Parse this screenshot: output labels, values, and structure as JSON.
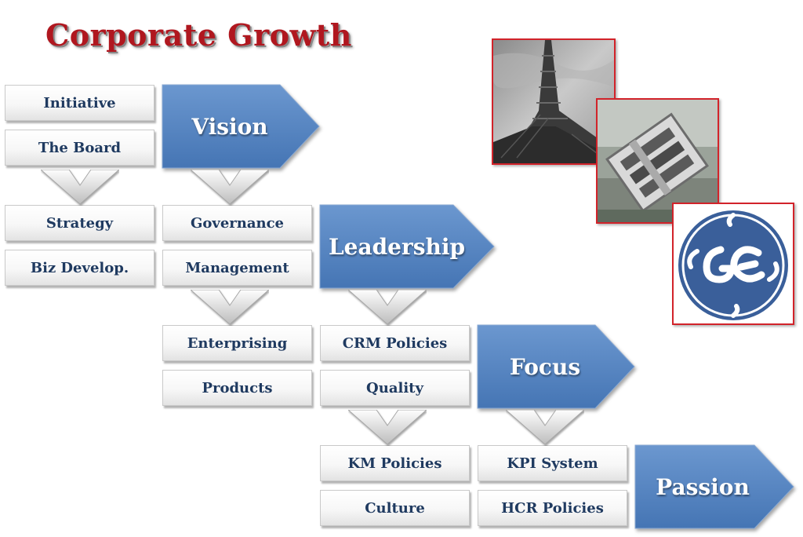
{
  "title": "Corporate Growth",
  "stages": [
    {
      "label": "Vision"
    },
    {
      "label": "Leadership"
    },
    {
      "label": "Focus"
    },
    {
      "label": "Passion"
    }
  ],
  "boxes": {
    "initiative": "Initiative",
    "the_board": "The Board",
    "strategy": "Strategy",
    "biz_develop": "Biz Develop.",
    "governance": "Governance",
    "management": "Management",
    "enterprising": "Enterprising",
    "products": "Products",
    "crm_policies": "CRM Policies",
    "quality": "Quality",
    "km_policies": "KM Policies",
    "culture": "Culture",
    "kpi_system": "KPI System",
    "hcr_policies": "HCR Policies"
  },
  "colors": {
    "title": "#b0171f",
    "arrow_fill": "#4f81bd",
    "box_text": "#1f3a60",
    "photo_border": "#d2232a",
    "logo_blue": "#3a5f9a"
  },
  "images": [
    {
      "icon": "eiffel-tower-photo"
    },
    {
      "icon": "metal-logo-sculpture-photo"
    },
    {
      "icon": "ge-logo"
    }
  ]
}
